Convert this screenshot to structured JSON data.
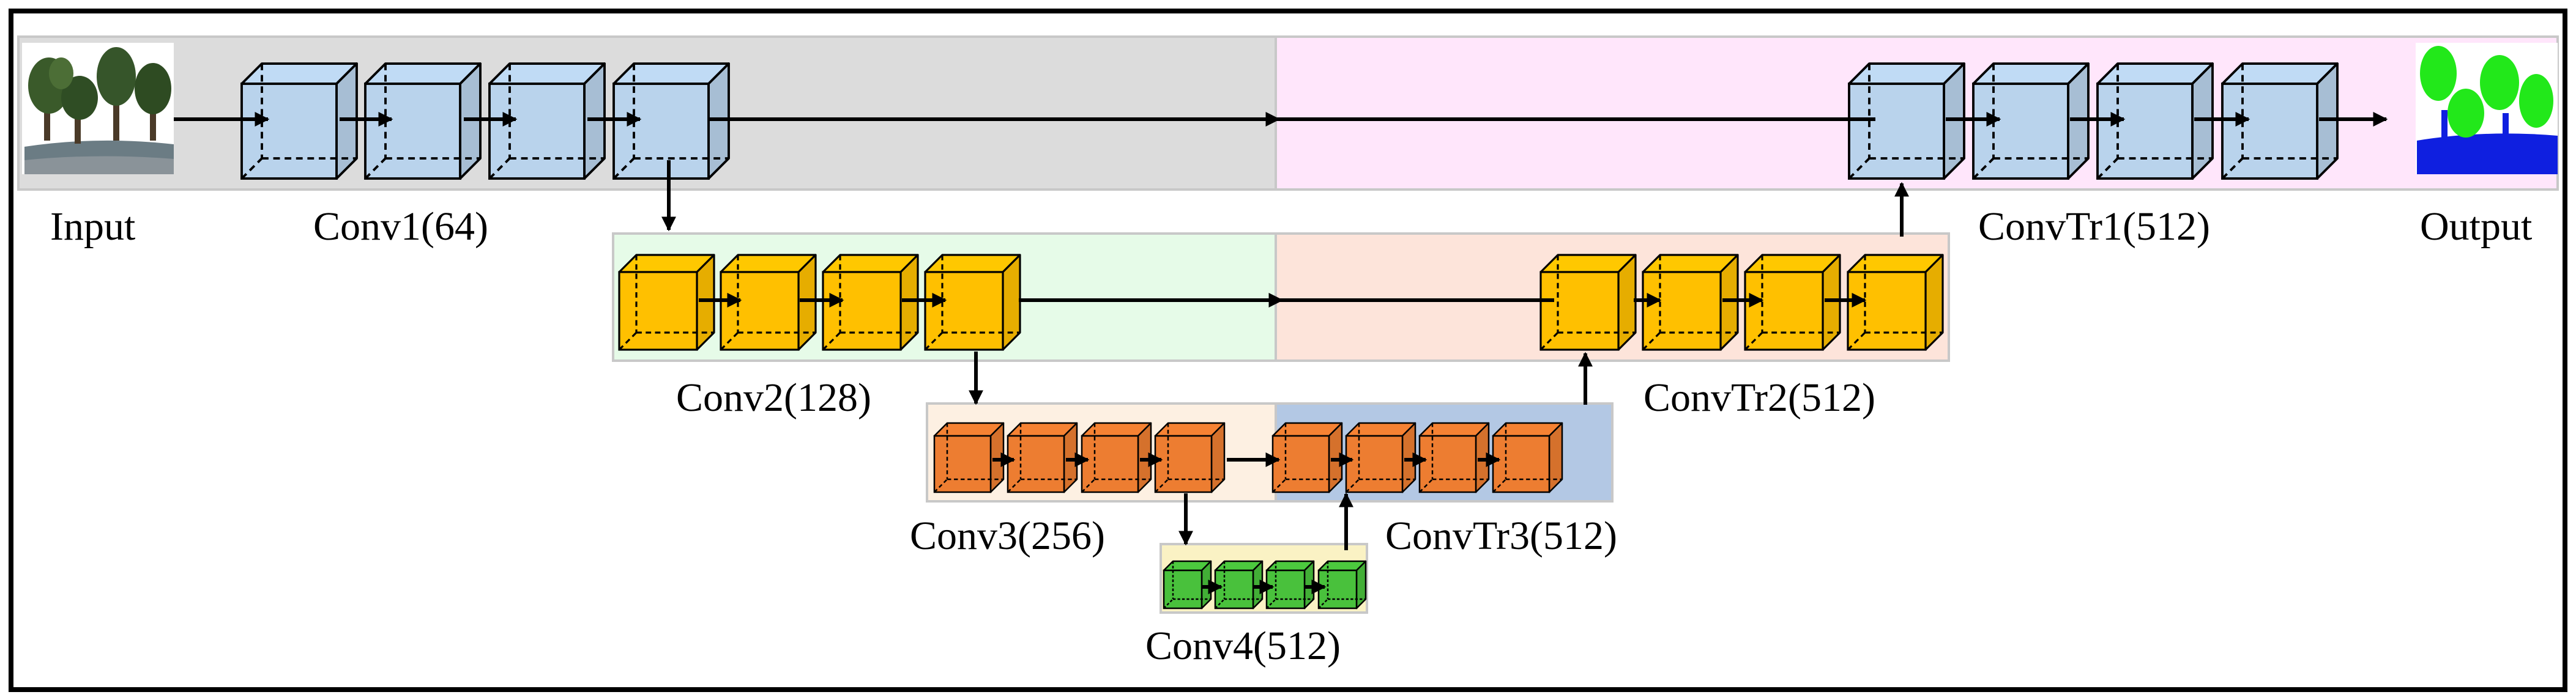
{
  "labels": {
    "input": "Input",
    "output": "Output",
    "conv1": "Conv1(64)",
    "conv2": "Conv2(128)",
    "conv3": "Conv3(256)",
    "conv4": "Conv4(512)",
    "convtr1": "ConvTr1(512)",
    "convtr2": "ConvTr2(512)",
    "convtr3": "ConvTr3(512)"
  },
  "colors": {
    "frame": "#000000",
    "band1_left": "#dcdcdc",
    "band1_right": "#ffe6fb",
    "band2_left": "#e6fbe8",
    "band2_right": "#fde4da",
    "band3_left": "#fdf0e2",
    "band3_right": "#b3c8e4",
    "band4": "#faf2c4",
    "cube_conv1": "#b9d3ec",
    "cube_conv2": "#ffc000",
    "cube_conv3": "#ed7d31",
    "cube_conv4": "#49c13c",
    "arrow": "#000000"
  },
  "icons": {
    "input": "input-point-cloud-image",
    "output": "output-segmentation-image"
  }
}
